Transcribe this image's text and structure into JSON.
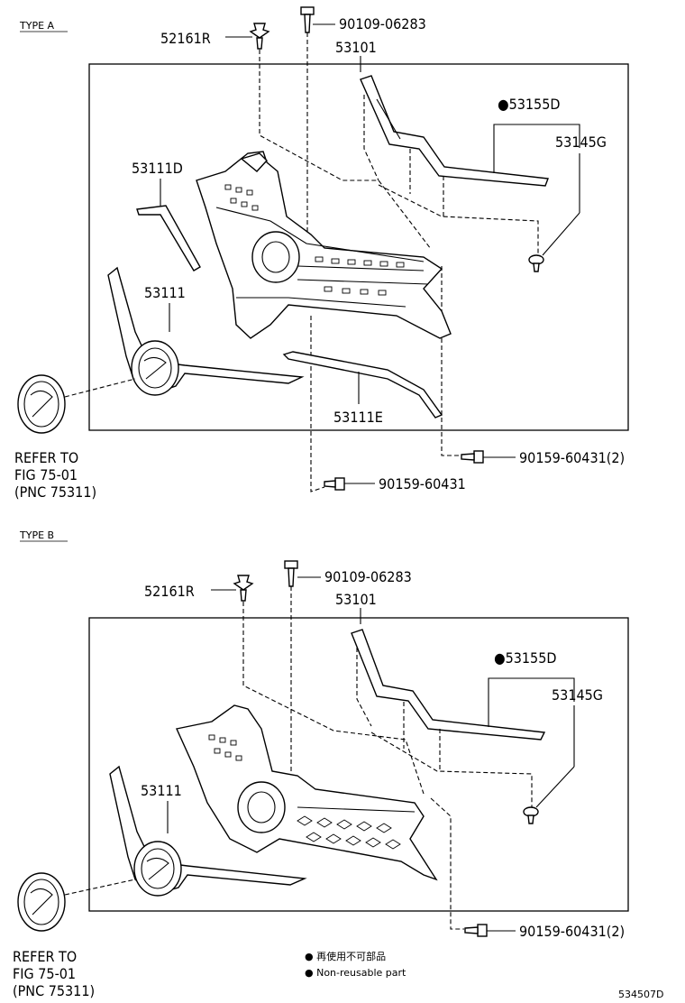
{
  "type_a": {
    "label": "TYPE A",
    "parts": {
      "clip": "52161R",
      "screw_top": "90109-06283",
      "grille": "53101",
      "seal": "●53155D",
      "fastener": "53145G",
      "molding_left": "53111D",
      "emblem_frame": "53111",
      "molding_lower": "53111E",
      "bolt_right": "90159-60431(2)",
      "bolt_bottom": "90159-60431"
    },
    "refer": [
      "REFER TO",
      "FIG 75-01",
      "(PNC 75311)"
    ]
  },
  "type_b": {
    "label": "TYPE B",
    "parts": {
      "clip": "52161R",
      "screw_top": "90109-06283",
      "grille": "53101",
      "seal": "●53155D",
      "fastener": "53145G",
      "emblem_frame": "53111",
      "bolt_right": "90159-60431(2)"
    },
    "refer": [
      "REFER TO",
      "FIG 75-01",
      "(PNC 75311)"
    ]
  },
  "legend": {
    "line1": "● 再使用不可部品",
    "line2": "● Non-reusable part"
  },
  "figure_id": "534507D"
}
